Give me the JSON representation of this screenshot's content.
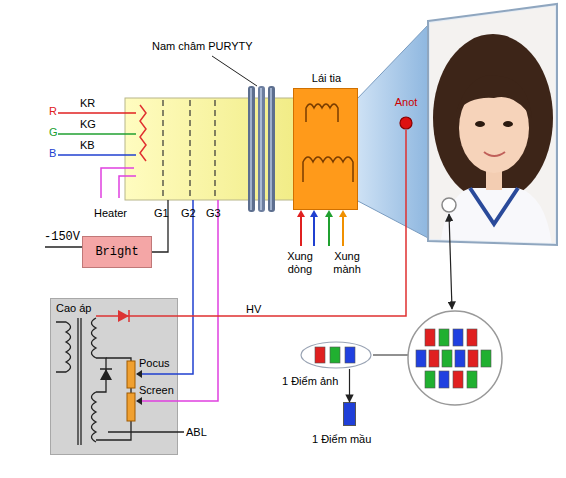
{
  "diagram": {
    "nodes": [
      {
        "text": [
          "Lái tia"
        ]
      },
      {
        "text": [
          "Anot"
        ]
      },
      {
        "text": [
          "Bright"
        ]
      },
      {
        "text": [
          "Cao áp"
        ]
      },
      {
        "text": [
          "1 Điểm ảnh"
        ]
      },
      {
        "text": [
          "1 Điểm mầu"
        ]
      }
    ],
    "edges": [
      {
        "from": 3,
        "to": 1,
        "label": "HV",
        "arrow": "none"
      },
      {
        "from": 4,
        "to": 5,
        "arrow": "to"
      }
    ],
    "labels": [
      "Nam châm PURYTY",
      "R",
      "KR",
      "G",
      "KG",
      "B",
      "KB",
      "Heater",
      "G1",
      "G2",
      "G3",
      "-150V",
      "Xung dòng",
      "Xung mành",
      "Pocus",
      "Screen",
      "ABL"
    ]
  }
}
